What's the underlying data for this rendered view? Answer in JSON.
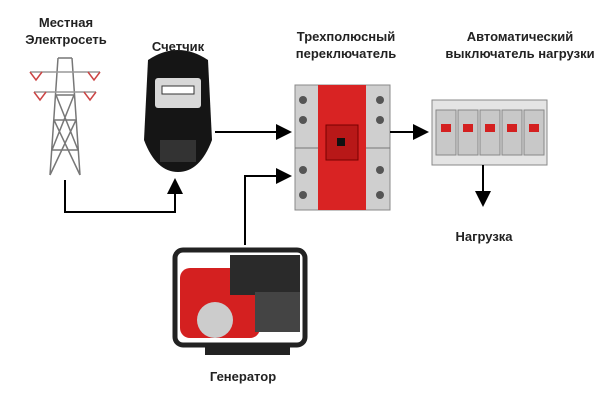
{
  "labels": {
    "grid_line1": "Местная",
    "grid_line2": "Электросеть",
    "meter": "Счетчик",
    "switch_line1": "Трехполюсный",
    "switch_line2": "переключатель",
    "breaker_line1": "Автоматический",
    "breaker_line2": "выключатель нагрузки",
    "load": "Нагрузка",
    "generator": "Генератор"
  },
  "colors": {
    "arrow": "#000000",
    "accent_red": "#d42020",
    "device_gray": "#c8c8c8"
  }
}
